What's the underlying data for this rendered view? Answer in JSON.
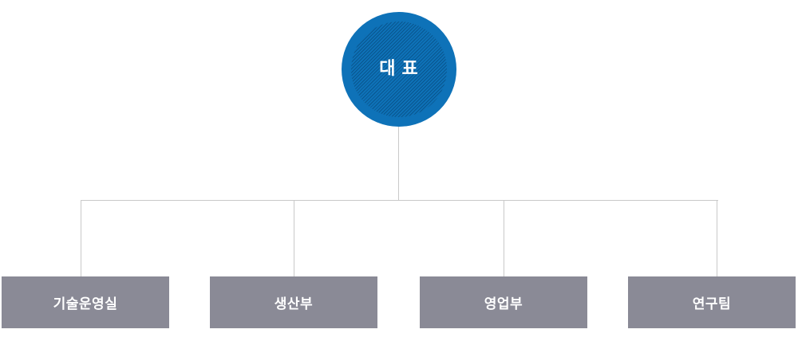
{
  "org_chart": {
    "root": {
      "label": "대 표"
    },
    "departments": [
      {
        "label": "기술운영실"
      },
      {
        "label": "생산부"
      },
      {
        "label": "영업부"
      },
      {
        "label": "연구팀"
      }
    ],
    "colors": {
      "root_fill": "#0e72b8",
      "root_hatch_stripe": "#053e6c",
      "box_fill": "#8a8a96",
      "connector_line": "#c9c9c9",
      "label_text": "#ffffff",
      "background": "#ffffff"
    }
  }
}
